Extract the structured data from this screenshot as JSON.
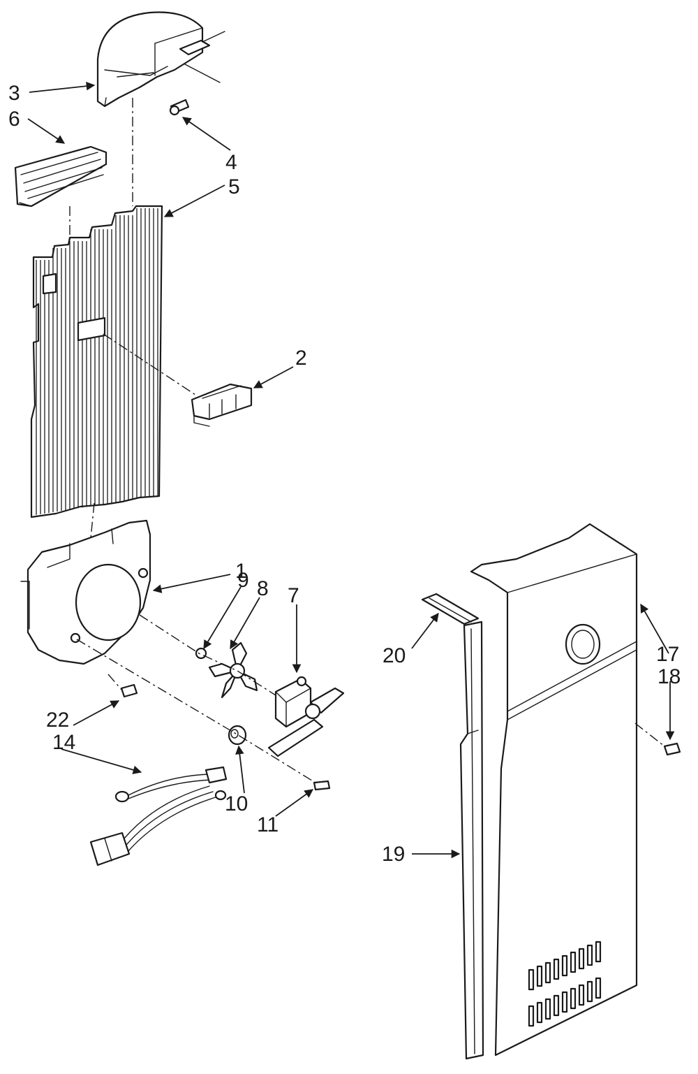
{
  "callouts": [
    {
      "id": "c3",
      "text": "3"
    },
    {
      "id": "c6",
      "text": "6"
    },
    {
      "id": "c4",
      "text": "4"
    },
    {
      "id": "c5",
      "text": "5"
    },
    {
      "id": "c2",
      "text": "2"
    },
    {
      "id": "c1",
      "text": "1"
    },
    {
      "id": "c9",
      "text": "9"
    },
    {
      "id": "c8",
      "text": "8"
    },
    {
      "id": "c7",
      "text": "7"
    },
    {
      "id": "c22",
      "text": "22"
    },
    {
      "id": "c14",
      "text": "14"
    },
    {
      "id": "c10",
      "text": "10"
    },
    {
      "id": "c11",
      "text": "11"
    },
    {
      "id": "c20",
      "text": "20"
    },
    {
      "id": "c17",
      "text": "17"
    },
    {
      "id": "c18",
      "text": "18"
    },
    {
      "id": "c19",
      "text": "19"
    }
  ]
}
